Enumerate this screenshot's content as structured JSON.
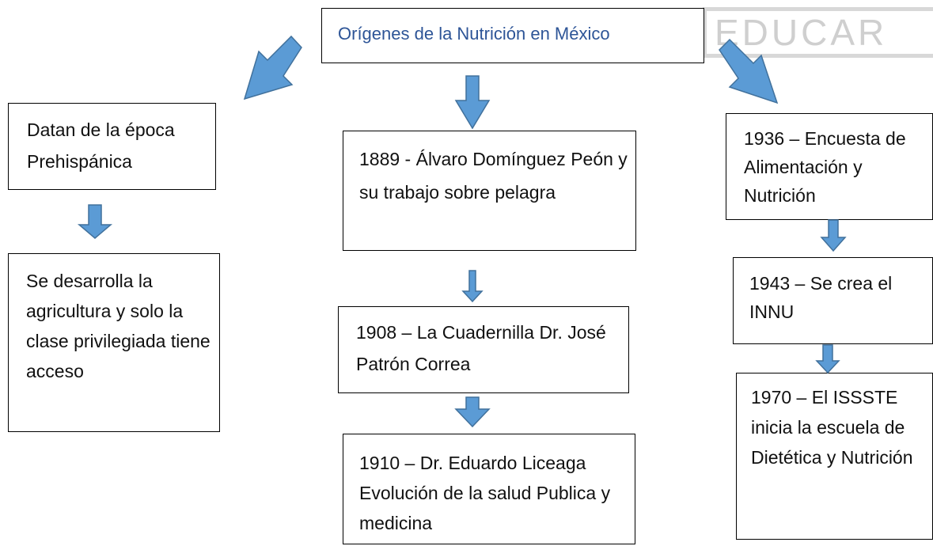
{
  "title": "Orígenes de la Nutrición en México",
  "watermark": "EDUCAR",
  "left_column": [
    "Datan de la época Prehispánica",
    "Se desarrolla la agricultura y solo la clase privilegiada tiene acceso"
  ],
  "middle_column": [
    "1889 -  Álvaro Domínguez Peón y su trabajo sobre pelagra",
    "1908 – La Cuadernilla Dr. José Patrón Correa",
    "1910 – Dr. Eduardo Liceaga Evolución de la salud Publica y medicina"
  ],
  "right_column": [
    "1936 – Encuesta de Alimentación y Nutrición",
    "1943 – Se crea el INNU",
    "1970 – El ISSSTE inicia la escuela de Dietética y Nutrición"
  ],
  "colors": {
    "arrow_fill": "#5b9bd5",
    "arrow_stroke": "#41719c",
    "title_text": "#2e5597"
  }
}
